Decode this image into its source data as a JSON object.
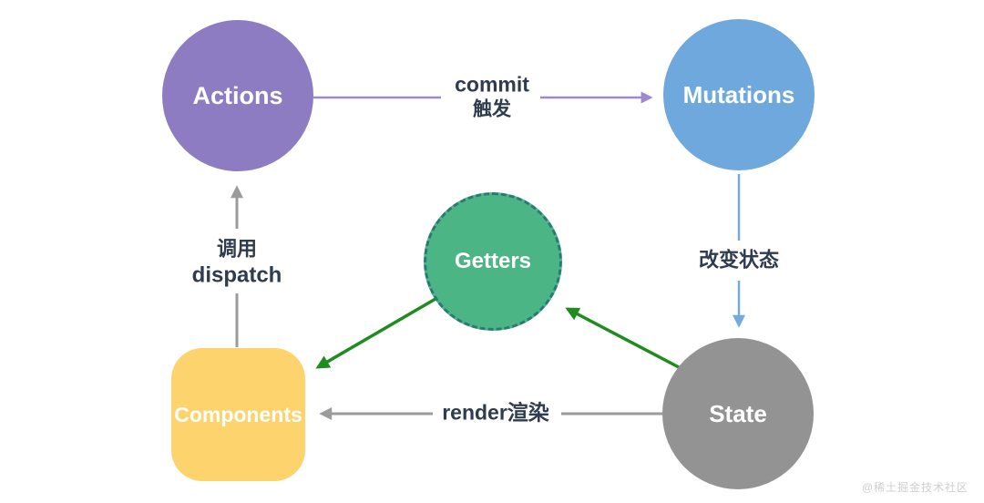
{
  "page": {
    "background": "#ffffff"
  },
  "nodes": {
    "actions": {
      "label": "Actions",
      "shape": "circle",
      "fill": "#8d7cc2",
      "text_color": "#ffffff"
    },
    "mutations": {
      "label": "Mutations",
      "shape": "circle",
      "fill": "#6fa8dc",
      "text_color": "#ffffff"
    },
    "getters": {
      "label": "Getters",
      "shape": "circle",
      "fill": "#4cb586",
      "border_color": "#2a7a74",
      "border_style": "dashed",
      "text_color": "#ffffff"
    },
    "components": {
      "label": "Components",
      "shape": "rounded-rect",
      "fill": "#fdd36e",
      "text_color": "#ffffff"
    },
    "state": {
      "label": "State",
      "shape": "circle",
      "fill": "#939393",
      "text_color": "#ffffff"
    }
  },
  "edges": {
    "actions_to_mutations": {
      "from": "Actions",
      "to": "Mutations",
      "label_line1": "commit",
      "label_line2": "触发",
      "color": "#9c89ce"
    },
    "mutations_to_state": {
      "from": "Mutations",
      "to": "State",
      "label": "改变状态",
      "color": "#74aadf"
    },
    "components_to_actions": {
      "from": "Components",
      "to": "Actions",
      "label_line1": "调用",
      "label_line2": "dispatch",
      "color": "#9b9b9b"
    },
    "state_to_components": {
      "from": "State",
      "to": "Components",
      "label": "render渲染",
      "color": "#9b9b9b"
    },
    "state_to_getters": {
      "from": "State",
      "to": "Getters",
      "label": "",
      "color": "#1f8c1f"
    },
    "getters_to_components": {
      "from": "Getters",
      "to": "Components",
      "label": "",
      "color": "#1f8c1f"
    }
  },
  "label_text_color": "#2f3b4e",
  "watermark": {
    "text": "@稀土掘金技术社区",
    "color": "#cfcfcf"
  }
}
